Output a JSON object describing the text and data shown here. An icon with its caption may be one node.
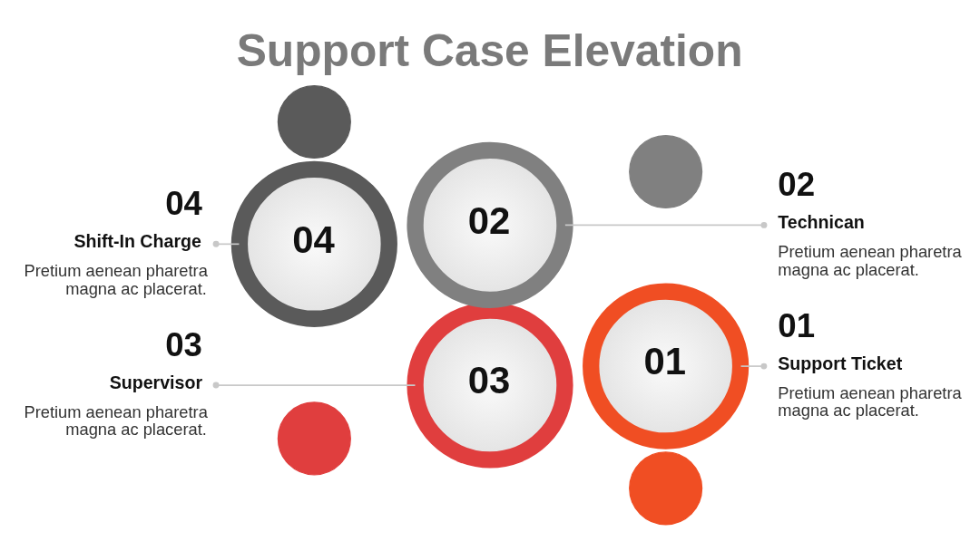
{
  "diagram": {
    "title": "Support Case Elevation",
    "nodes": [
      {
        "text": [
          "02"
        ]
      },
      {
        "text": [
          "04",
          "Shift-In Charge",
          "Pretium aenean pharetra magna ac placerat."
        ]
      },
      {
        "text": [],
        "shape": "circle"
      },
      {
        "text": [
          "02",
          "Technican",
          "Pretium aenean pharetra magna ac placerat."
        ]
      },
      {
        "text": [],
        "shape": "circle"
      },
      {
        "text": [
          "04"
        ]
      },
      {
        "text": [
          "01"
        ]
      },
      {
        "text": [
          "03"
        ]
      },
      {
        "text": [
          "03",
          "Supervisor",
          "Pretium aenean pharetra magna ac placerat."
        ]
      },
      {
        "text": [],
        "shape": "circle"
      },
      {
        "text": [
          "01",
          "Support Ticket",
          "Pretium aenean pharetra magna ac placerat."
        ]
      },
      {
        "text": [],
        "shape": "circle"
      }
    ],
    "edges": [
      {
        "from": 0,
        "to": 3,
        "arrow": "other"
      },
      {
        "from": 1,
        "to": 5,
        "arrow": "other"
      },
      {
        "from": 6,
        "to": 10,
        "arrow": "other"
      },
      {
        "from": 8,
        "to": 7,
        "arrow": "other"
      }
    ]
  }
}
